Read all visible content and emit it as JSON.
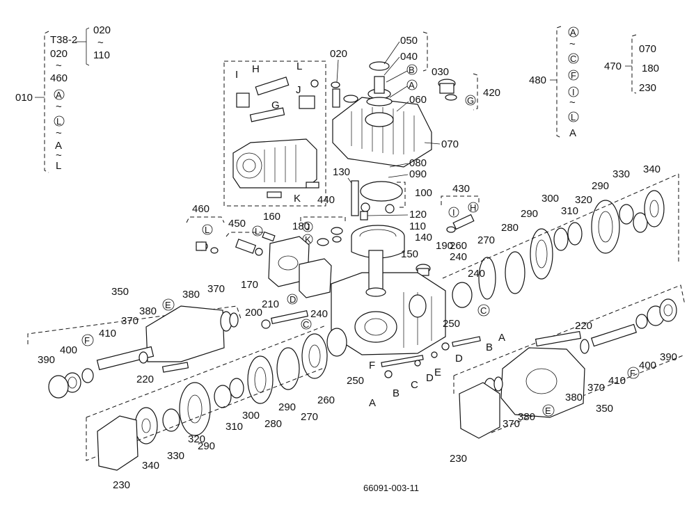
{
  "labels": {
    "p010": "010",
    "t38": "T38‐2",
    "t38_r1": "020",
    "t38_r2": "110",
    "g010_020": "020",
    "g010_460": "460",
    "g010_A": "A",
    "g010_L": "L",
    "g010_A2": "A",
    "g010_L2": "L",
    "tilde": "~",
    "p020_top": "020",
    "p050": "050",
    "p040": "040",
    "p030": "030",
    "B_top": "B",
    "A_top": "A",
    "p060": "060",
    "p070": "070",
    "p420": "420",
    "G_420": "G",
    "p480": "480",
    "g480_A": "A",
    "g480_C": "C",
    "g480_F": "F",
    "g480_I": "I",
    "g480_L": "L",
    "g480_A2": "A",
    "p470": "470",
    "g470_070": "070",
    "g470_180": "180",
    "g470_230": "230",
    "inset_H": "H",
    "inset_I": "I",
    "inset_L": "L",
    "inset_G": "G",
    "inset_J": "J",
    "inset_K": "K",
    "p080": "080",
    "p090": "090",
    "p130": "130",
    "p100": "100",
    "p440": "440",
    "p120": "120",
    "p110": "110",
    "p430": "430",
    "I_430": "I",
    "H_430": "H",
    "p460": "460",
    "L_460": "L",
    "p450": "450",
    "L_450": "L",
    "p160": "160",
    "p180": "180",
    "J_440": "J",
    "K_440": "K",
    "p140": "140",
    "p150": "150",
    "p190": "190",
    "p240a": "240",
    "p260a": "260",
    "p270a": "270",
    "p280a": "280",
    "p290a": "290",
    "p300a": "300",
    "p310a": "310",
    "p320a": "320",
    "p290b": "290",
    "p330a": "330",
    "p340a": "340",
    "p170": "170",
    "p350a": "350",
    "p370a": "370",
    "p380a": "380",
    "E_left": "E",
    "p370b": "370",
    "p380b": "380",
    "p410a": "410",
    "F_left": "F",
    "p400a": "400",
    "p390a": "390",
    "p220a": "220",
    "p200": "200",
    "p210": "210",
    "D_mid": "D",
    "p240b": "240",
    "C_mid": "C",
    "C_right": "C",
    "p250a": "250",
    "p250b": "250",
    "F_mid": "F",
    "E_mid": "E",
    "D_mid2": "D",
    "D_mid3": "D",
    "C_low": "C",
    "B_low": "B",
    "A_low": "A",
    "B_mid": "B",
    "A_mid": "A",
    "p220b": "220",
    "F_right": "F",
    "p400b": "400",
    "p390b": "390",
    "p410b": "410",
    "p370c": "370",
    "p380c": "380",
    "p350b": "350",
    "p370d": "370",
    "p380d": "380",
    "E_right": "E",
    "p230a": "230",
    "p260b": "260",
    "p270b": "270",
    "p290c": "290",
    "p280b": "280",
    "p300b": "300",
    "p310b": "310",
    "p320b": "320",
    "p290d": "290",
    "p330b": "330",
    "p340b": "340",
    "p230b": "230",
    "footer_code": "66091-003-11"
  }
}
